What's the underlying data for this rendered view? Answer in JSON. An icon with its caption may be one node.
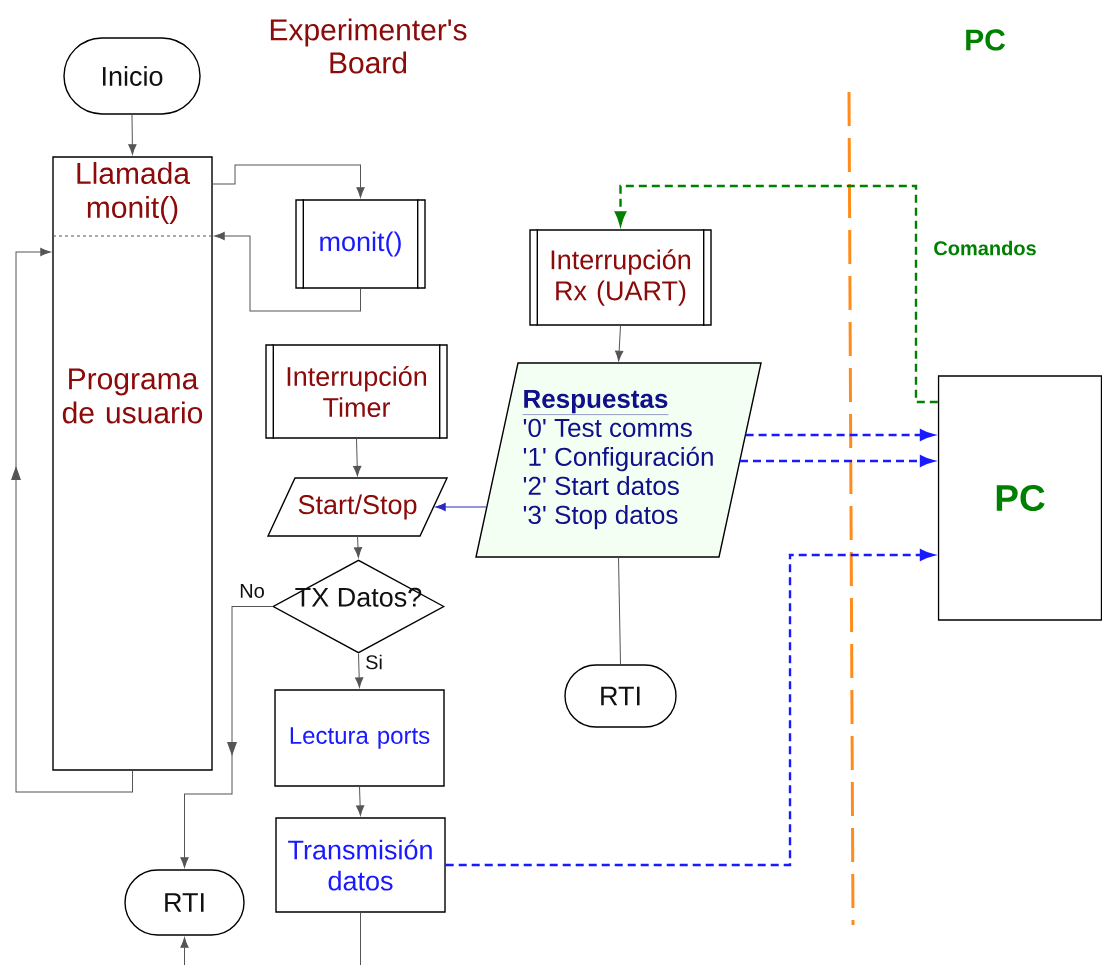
{
  "diagram": {
    "nodes": [
      {
        "text": [
          "Inicio"
        ]
      },
      {
        "text": [
          "Llamada monit()",
          "Programa de usuario"
        ]
      },
      {
        "text": [
          "monit()"
        ]
      },
      {
        "text": [
          "Interrupción Timer"
        ]
      },
      {
        "text": [
          "Start/Stop"
        ]
      },
      {
        "text": [
          "TX Datos?"
        ]
      },
      {
        "text": [
          "Lectura ports"
        ]
      },
      {
        "text": [
          "Transmisión datos"
        ]
      },
      {
        "text": [
          "RTI"
        ]
      },
      {
        "text": [
          "Interrupción Rx (UART)"
        ]
      },
      {
        "text": [
          "Respuestas",
          "'0' Test comms",
          "'1' Configuración",
          "'2' Start datos",
          "'3' Stop datos"
        ]
      },
      {
        "text": [
          "RTI"
        ]
      },
      {
        "text": [
          "PC"
        ]
      }
    ],
    "edges": [
      {
        "from": 0,
        "to": 1,
        "arrow": "to"
      },
      {
        "from": 1,
        "to": 2,
        "arrow": "to"
      },
      {
        "from": 2,
        "to": 1,
        "arrow": "to"
      },
      {
        "from": 1,
        "to": 1,
        "arrow": "to"
      },
      {
        "from": 3,
        "to": 4,
        "arrow": "to"
      },
      {
        "from": 10,
        "to": 4,
        "arrow": "to",
        "color": "#2b2bc0"
      },
      {
        "from": 4,
        "to": 5,
        "arrow": "to"
      },
      {
        "from": 5,
        "to": 6,
        "arrow": "to",
        "label": "Si"
      },
      {
        "from": 5,
        "to": 8,
        "arrow": "to",
        "label": "No"
      },
      {
        "from": 6,
        "to": 7,
        "arrow": "to"
      },
      {
        "from": 7,
        "to": null,
        "arrow": "none"
      },
      {
        "from": null,
        "to": 8,
        "arrow": "to"
      },
      {
        "from": 7,
        "to": 12,
        "arrow": "to",
        "style": "dashed",
        "color": "#1a1aff"
      },
      {
        "from": 9,
        "to": 10,
        "arrow": "to"
      },
      {
        "from": 10,
        "to": 11,
        "arrow": "none"
      },
      {
        "from": 10,
        "to": 12,
        "arrow": "to",
        "style": "dashed",
        "color": "#1a1aff"
      },
      {
        "from": 10,
        "to": 12,
        "arrow": "to",
        "style": "dashed",
        "color": "#1a1aff"
      },
      {
        "from": 12,
        "to": 9,
        "arrow": "to",
        "style": "dashed",
        "color": "#008000",
        "label": "Comandos"
      }
    ],
    "labels": [
      "Experimenter's Board",
      "PC"
    ]
  }
}
